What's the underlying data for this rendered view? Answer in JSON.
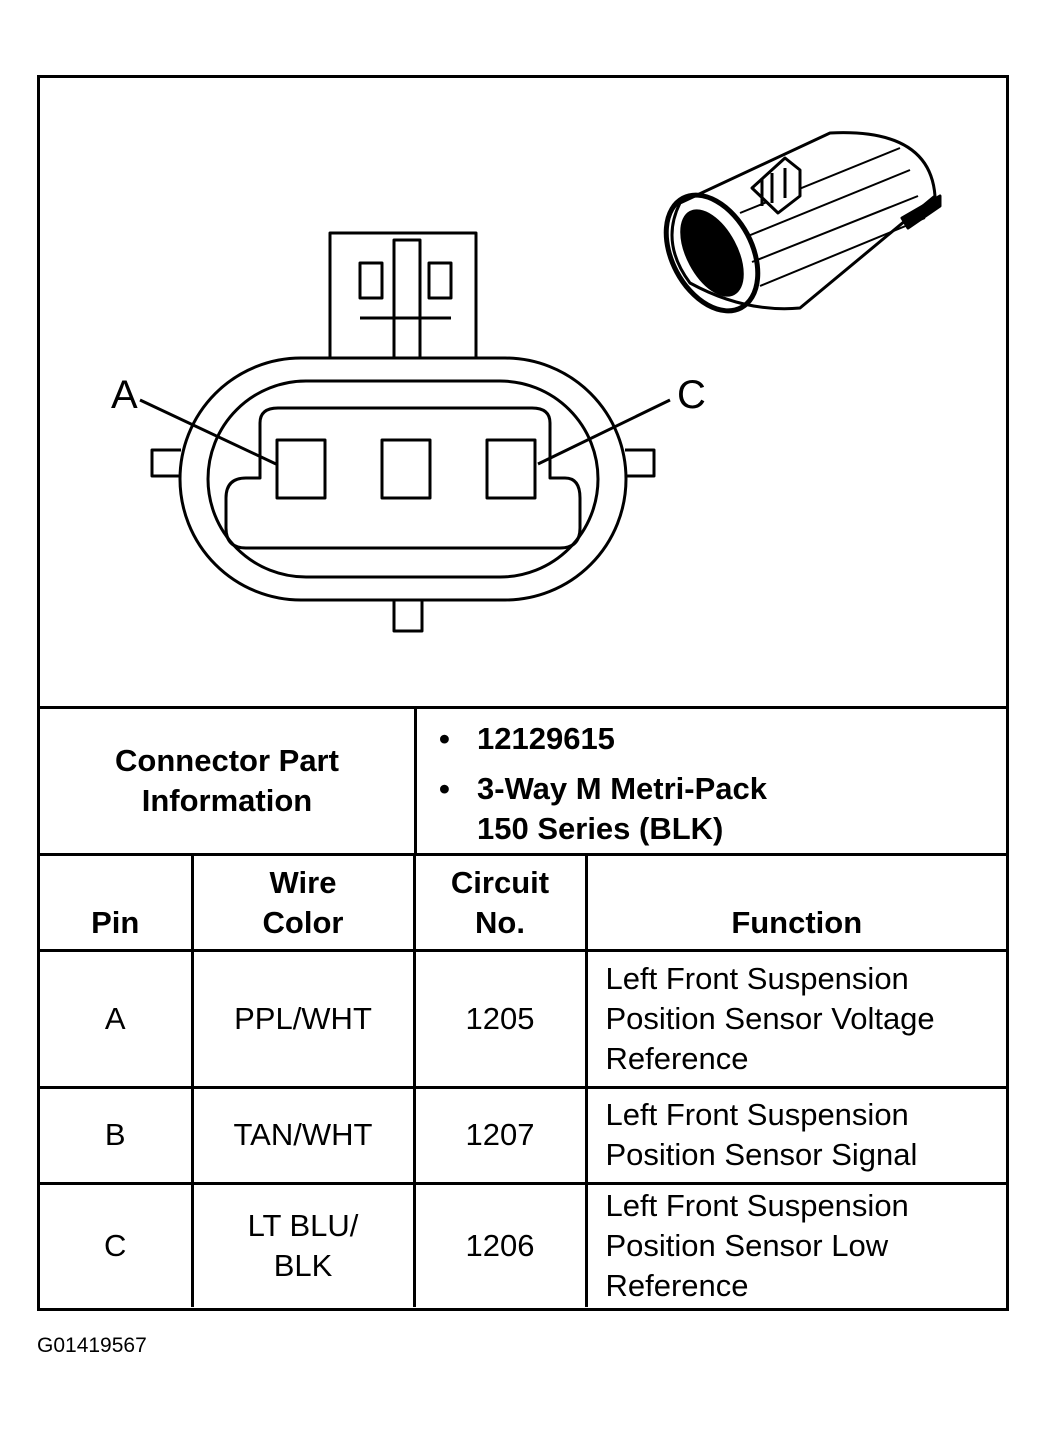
{
  "diagram": {
    "pin_labels": [
      "A",
      "C"
    ]
  },
  "connector_info": {
    "label": "Connector Part\nInformation",
    "items": [
      "12129615",
      "3-Way M Metri-Pack\n150 Series (BLK)"
    ]
  },
  "pin_table": {
    "headers": [
      "Pin",
      "Wire\nColor",
      "Circuit\nNo.",
      "Function"
    ],
    "rows": [
      {
        "pin": "A",
        "wire_color": "PPL/WHT",
        "circuit": "1205",
        "function": "Left Front Suspension\nPosition Sensor Voltage\nReference"
      },
      {
        "pin": "B",
        "wire_color": "TAN/WHT",
        "circuit": "1207",
        "function": "Left Front Suspension\nPosition Sensor Signal"
      },
      {
        "pin": "C",
        "wire_color": "LT BLU/\nBLK",
        "circuit": "1206",
        "function": "Left Front Suspension\nPosition Sensor Low\nReference"
      }
    ]
  },
  "figure_id": "G01419567"
}
